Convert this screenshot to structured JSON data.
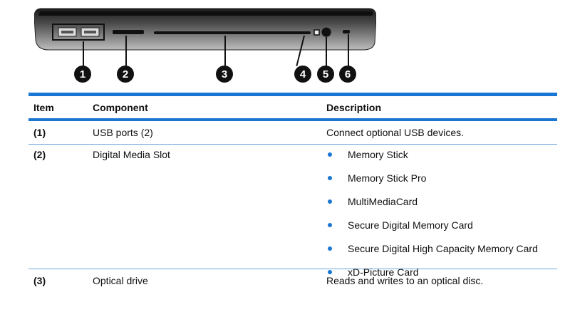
{
  "figure": {
    "callouts": [
      "1",
      "2",
      "3",
      "4",
      "5",
      "6"
    ]
  },
  "table": {
    "headers": {
      "item": "Item",
      "component": "Component",
      "description": "Description"
    },
    "rows": [
      {
        "item": "(1)",
        "component": "USB ports (2)",
        "description": "Connect optional USB devices."
      },
      {
        "item": "(2)",
        "component": "Digital Media Slot",
        "bullets": [
          "Memory Stick",
          "Memory Stick Pro",
          "MultiMediaCard",
          "Secure Digital Memory Card",
          "Secure Digital High Capacity Memory Card",
          "xD-Picture Card"
        ]
      },
      {
        "item": "(3)",
        "component": "Optical drive",
        "description": "Reads and writes to an optical disc."
      }
    ]
  },
  "colors": {
    "accent": "#1976d2",
    "row_rule": "#6fa8dc"
  }
}
